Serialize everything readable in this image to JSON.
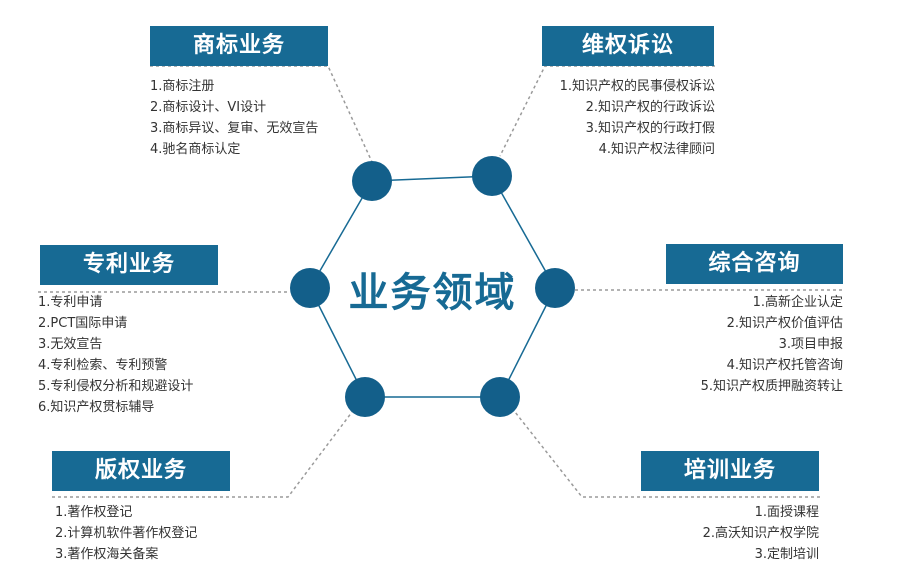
{
  "center": {
    "title": "业务领域"
  },
  "colors": {
    "accent": "#176a94",
    "node": "#135f8a",
    "text": "#333333",
    "dotted": "#9a9a9a"
  },
  "sections": {
    "trademark": {
      "title": "商标业务",
      "items": [
        "1.商标注册",
        "2.商标设计、VI设计",
        "3.商标异议、复审、无效宣告",
        "4.驰名商标认定"
      ]
    },
    "rights": {
      "title": "维权诉讼",
      "items": [
        "1.知识产权的民事侵权诉讼",
        "2.知识产权的行政诉讼",
        "3.知识产权的行政打假",
        "4.知识产权法律顾问"
      ]
    },
    "patent": {
      "title": "专利业务",
      "items": [
        "1.专利申请",
        "2.PCT国际申请",
        "3.无效宣告",
        "4.专利检索、专利预警",
        "5.专利侵权分析和规避设计",
        "6.知识产权贯标辅导"
      ]
    },
    "consult": {
      "title": "综合咨询",
      "items": [
        "1.高新企业认定",
        "2.知识产权价值评估",
        "3.项目申报",
        "4.知识产权托管咨询",
        "5.知识产权质押融资转让"
      ]
    },
    "copyright": {
      "title": "版权业务",
      "items": [
        "1.著作权登记",
        "2.计算机软件著作权登记",
        "3.著作权海关备案"
      ]
    },
    "training": {
      "title": "培训业务",
      "items": [
        "1.面授课程",
        "2.高沃知识产权学院",
        "3.定制培训"
      ]
    }
  }
}
